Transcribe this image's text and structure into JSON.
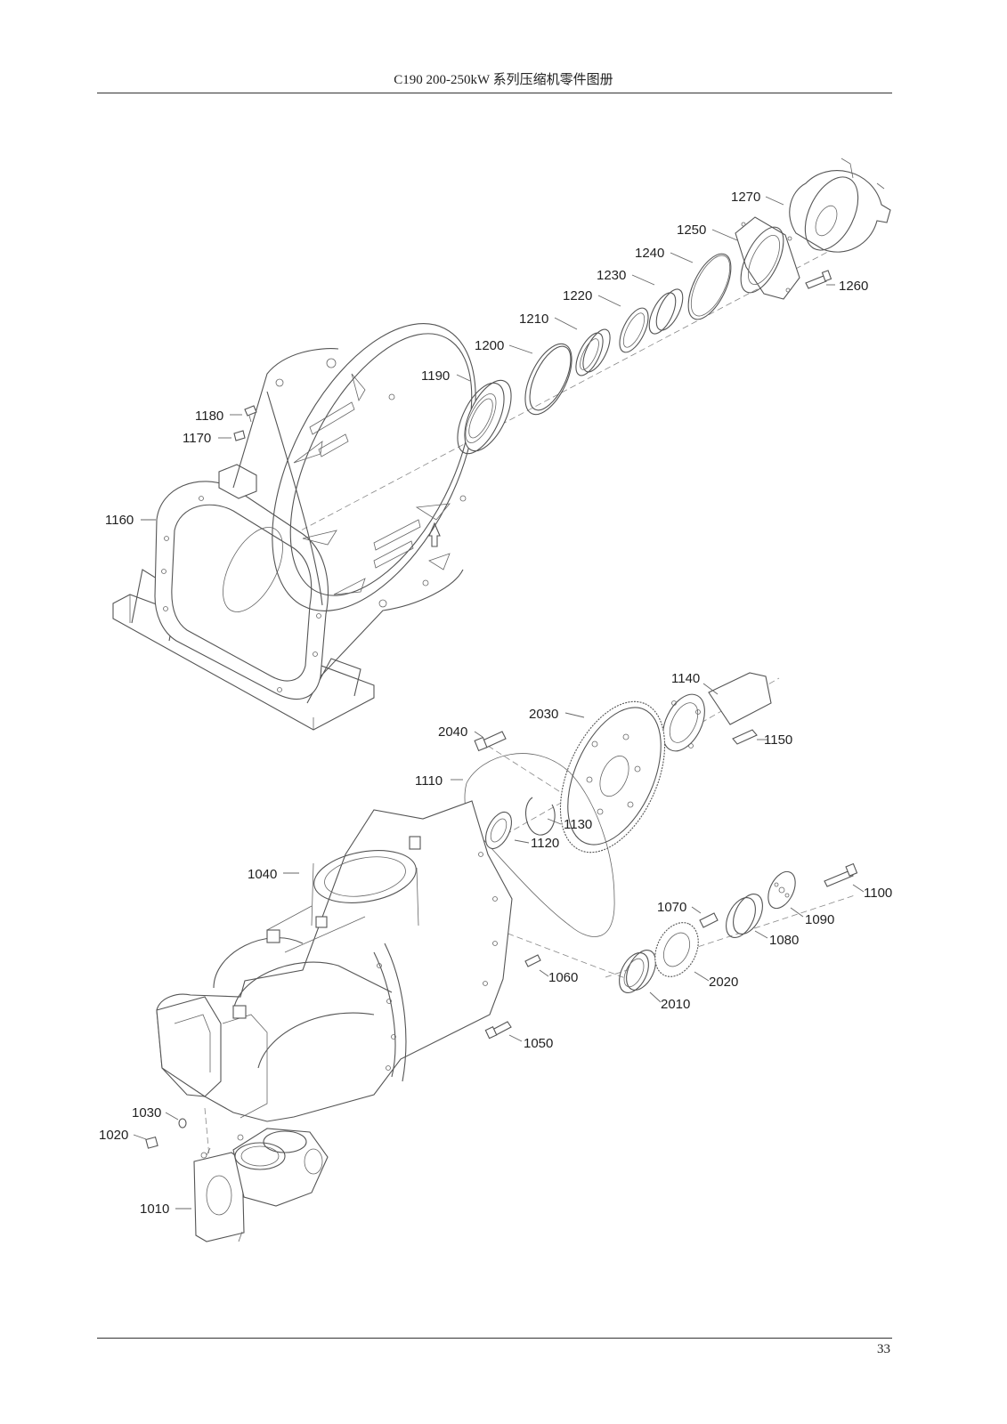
{
  "header": {
    "title": "C190 200-250kW 系列压缩机零件图册"
  },
  "page_number": "33",
  "callouts": [
    {
      "id": "p1270",
      "label": "1270"
    },
    {
      "id": "p1250",
      "label": "1250"
    },
    {
      "id": "p1240",
      "label": "1240"
    },
    {
      "id": "p1230",
      "label": "1230"
    },
    {
      "id": "p1220",
      "label": "1220"
    },
    {
      "id": "p1210",
      "label": "1210"
    },
    {
      "id": "p1200",
      "label": "1200"
    },
    {
      "id": "p1190",
      "label": "1190"
    },
    {
      "id": "p1260",
      "label": "1260"
    },
    {
      "id": "p1180",
      "label": "1180"
    },
    {
      "id": "p1170",
      "label": "1170"
    },
    {
      "id": "p1160",
      "label": "1160"
    },
    {
      "id": "p1140",
      "label": "1140"
    },
    {
      "id": "p2030",
      "label": "2030"
    },
    {
      "id": "p2040",
      "label": "2040"
    },
    {
      "id": "p1150",
      "label": "1150"
    },
    {
      "id": "p1110",
      "label": "1110"
    },
    {
      "id": "p1130",
      "label": "1130"
    },
    {
      "id": "p1120",
      "label": "1120"
    },
    {
      "id": "p1040",
      "label": "1040"
    },
    {
      "id": "p1100",
      "label": "1100"
    },
    {
      "id": "p1070",
      "label": "1070"
    },
    {
      "id": "p1090",
      "label": "1090"
    },
    {
      "id": "p1080",
      "label": "1080"
    },
    {
      "id": "p1060",
      "label": "1060"
    },
    {
      "id": "p2020",
      "label": "2020"
    },
    {
      "id": "p2010",
      "label": "2010"
    },
    {
      "id": "p1050",
      "label": "1050"
    },
    {
      "id": "p1030",
      "label": "1030"
    },
    {
      "id": "p1020",
      "label": "1020"
    },
    {
      "id": "p1010",
      "label": "1010"
    }
  ]
}
